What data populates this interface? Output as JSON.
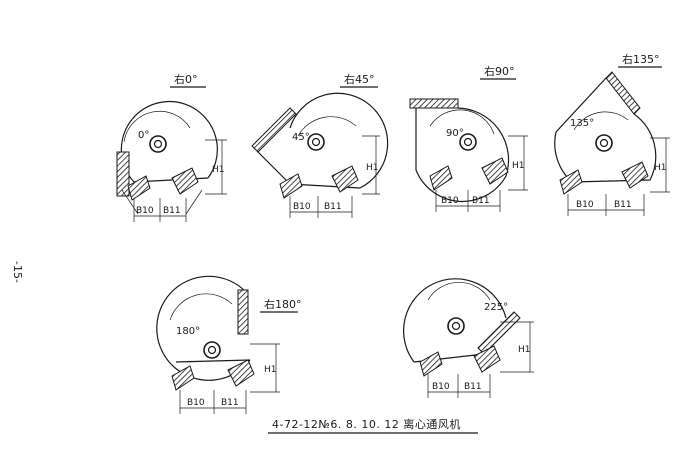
{
  "page_number": "-15-",
  "caption": "4-72-12№6. 8. 10. 12 离心通风机",
  "fans": [
    {
      "label": "右0°",
      "angle": "0°",
      "b10": "B10",
      "b11": "B11",
      "h": "H1"
    },
    {
      "label": "右45°",
      "angle": "45°",
      "b10": "B10",
      "b11": "B11",
      "h": "H1"
    },
    {
      "label": "右90°",
      "angle": "90°",
      "b10": "B10",
      "b11": "B11",
      "h": "H1"
    },
    {
      "label": "右135°",
      "angle": "135°",
      "b10": "B10",
      "b11": "B11",
      "h": "H1"
    },
    {
      "label": "右180°",
      "angle": "180°",
      "b10": "B10",
      "b11": "B11",
      "h": "H1"
    },
    {
      "label": "右225°",
      "angle": "225°",
      "b10": "B10",
      "b11": "B11",
      "h": "H1"
    }
  ]
}
